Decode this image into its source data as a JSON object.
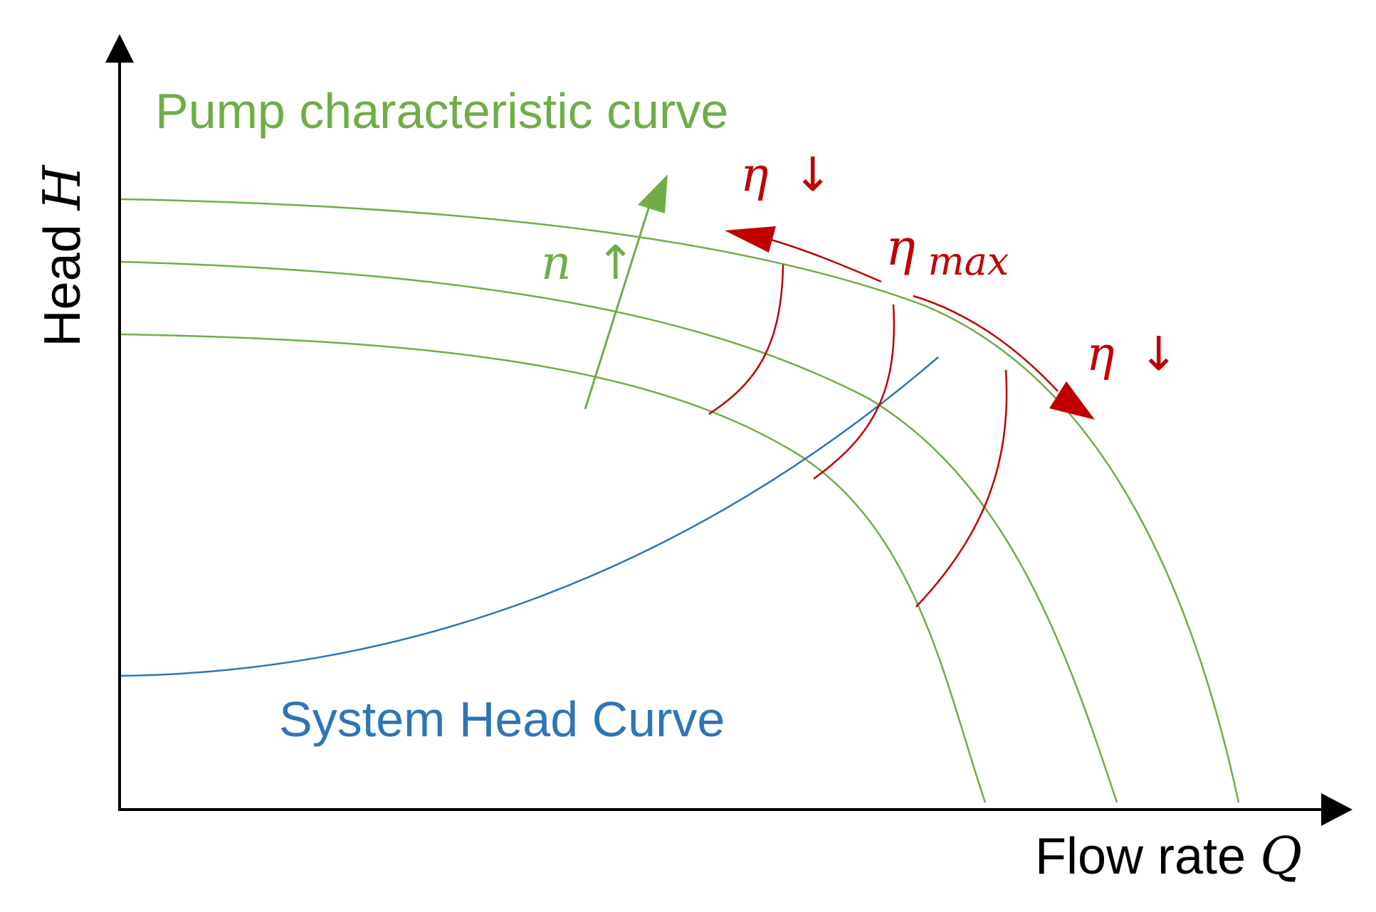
{
  "axes": {
    "y_label_text": "Head ",
    "y_label_var": "H",
    "x_label_text": "Flow rate ",
    "x_label_var": "Q"
  },
  "labels": {
    "pump_curve": "Pump characteristic curve",
    "system_curve": "System Head Curve",
    "speed_symbol": "n",
    "speed_arrow": "↑",
    "eta_symbol": "η",
    "eta_max_sub": "max",
    "eta_down_arrow": "↓"
  },
  "colors": {
    "axis": "#000000",
    "pump_curve": "#70AD47",
    "system_curve": "#2E75B6",
    "efficiency": "#C00000"
  }
}
